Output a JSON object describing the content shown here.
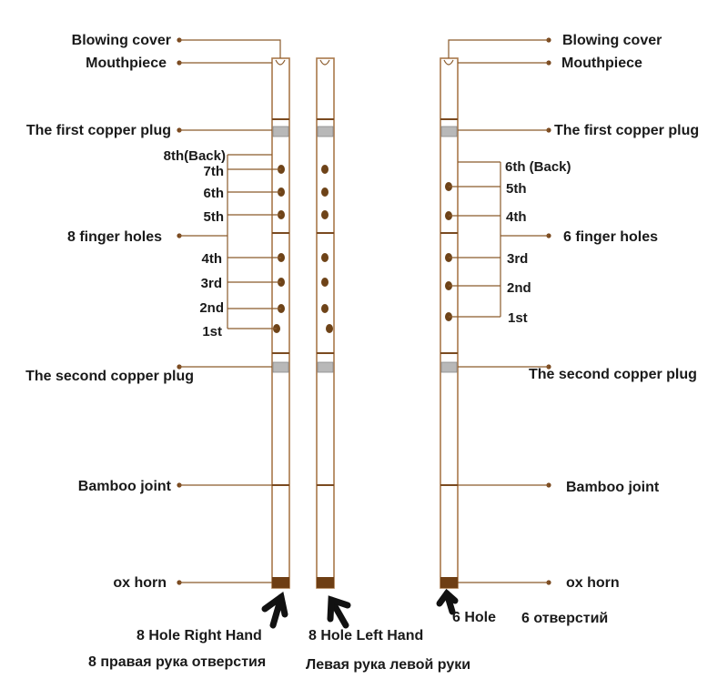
{
  "left_labels": {
    "blowing_cover": "Blowing cover",
    "mouthpiece": "Mouthpiece",
    "first_copper_plug": "The first copper plug",
    "finger_holes": "8 finger holes",
    "hole_8": "8th(Back)",
    "hole_7": "7th",
    "hole_6": "6th",
    "hole_5": "5th",
    "hole_4": "4th",
    "hole_3": "3rd",
    "hole_2": "2nd",
    "hole_1": "1st",
    "second_copper_plug": "The second copper plug",
    "bamboo_joint": "Bamboo joint",
    "ox_horn": "ox horn"
  },
  "right_labels": {
    "blowing_cover": "Blowing cover",
    "mouthpiece": "Mouthpiece",
    "first_copper_plug": "The first copper plug",
    "finger_holes": "6 finger holes",
    "hole_6": "6th (Back)",
    "hole_5": "5th",
    "hole_4": "4th",
    "hole_3": "3rd",
    "hole_2": "2nd",
    "hole_1": "1st",
    "second_copper_plug": "The second copper plug",
    "bamboo_joint": "Bamboo joint",
    "ox_horn": "ox horn"
  },
  "captions": {
    "right_hand_en": "8 Hole Right Hand",
    "right_hand_ru": "8 правая рука отверстия",
    "left_hand_en": "8 Hole Left Hand",
    "left_hand_ru": "Левая рука левой руки",
    "six_hole_en": "6 Hole",
    "six_hole_ru": "6 отверстий"
  },
  "colors": {
    "bamboo_outline": "#a8784a",
    "leader_line": "#8a5a2b",
    "finger_hole": "#6e4318",
    "copper_plug": "#b8b8b8",
    "ox_horn": "#6e3e14"
  }
}
